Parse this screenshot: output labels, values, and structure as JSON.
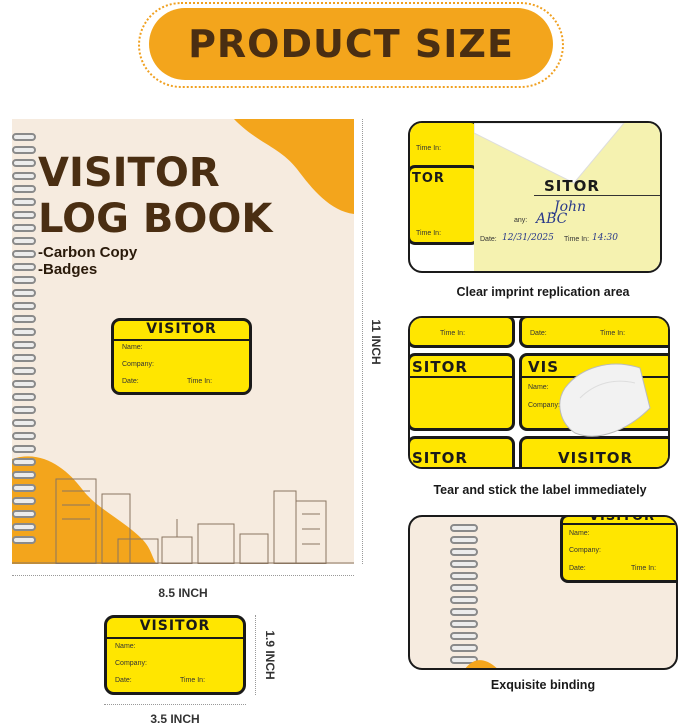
{
  "header": {
    "title": "PRODUCT SIZE"
  },
  "book": {
    "title_line1": "VISITOR",
    "title_line2": "LOG BOOK",
    "sub1": "-Carbon Copy",
    "sub2": "-Badges"
  },
  "badge": {
    "title": "VISITOR",
    "name_label": "Name:",
    "company_label": "Company:",
    "date_label": "Date:",
    "time_in_label": "Time In:"
  },
  "dimensions": {
    "width": "8.5 INCH",
    "height": "11 INCH",
    "badge_width": "3.5 INCH",
    "badge_height": "1.9 INCH"
  },
  "detail1": {
    "caption": "Clear imprint replication area",
    "time_in_label": "Time In:",
    "partial_title": "TOR",
    "handwritten_title": "SITOR",
    "name_value": "John",
    "company_value": "ABC",
    "date_label": "Date:",
    "date_value": "12/31/2025",
    "time_label": "Time In:",
    "time_value": "14:30",
    "company_partial": "any:"
  },
  "detail2": {
    "caption": "Tear and stick the label immediately",
    "date_label": "Date:",
    "time_in_label": "Time In:",
    "name_label": "Name:",
    "company_label": "Company:",
    "word1": "SITOR",
    "word2": "VIS",
    "word3": "SITOR",
    "word4": "VISITOR"
  },
  "detail3": {
    "caption": "Exquisite binding",
    "title": "VISITOR",
    "name_label": "Name:",
    "company_label": "Company:",
    "date_label": "Date:",
    "time_in_label": "Time In:"
  },
  "colors": {
    "accent": "#f3a51c",
    "badge_yellow": "#ffe600",
    "brown": "#4a2e12",
    "cream": "#f6ebdf"
  }
}
